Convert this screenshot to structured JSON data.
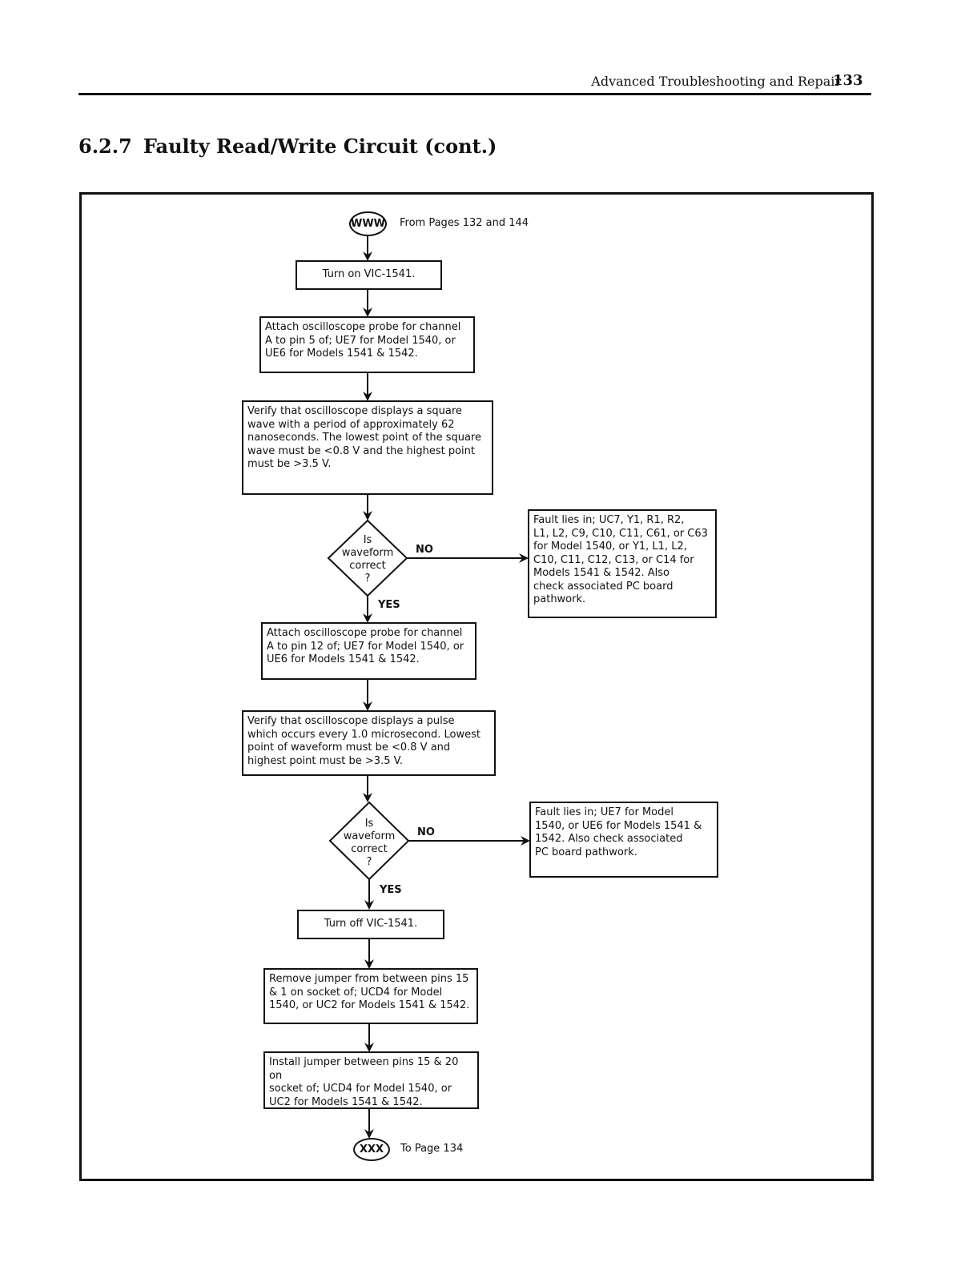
{
  "header": {
    "running_head": "Advanced Troubleshooting and Repair",
    "page_number": "133"
  },
  "section": {
    "number": "6.2.7",
    "title": "Faulty Read/Write Circuit (cont.)"
  },
  "flowchart": {
    "start": {
      "label": "WWW",
      "note": "From Pages 132 and 144"
    },
    "steps": {
      "turn_on": "Turn on VIC-1541.",
      "attach_pin5": "Attach oscilloscope probe for channel\nA to pin 5 of; UE7 for  Model 1540, or\nUE6 for Models 1541 & 1542.",
      "verify_square": "Verify that oscilloscope displays a square\nwave with a period of approximately 62\nnanoseconds. The lowest point of the square\nwave must be <0.8 V and the highest point\nmust be  >3.5 V.",
      "attach_pin12": "Attach oscilloscope probe for channel\nA to pin 12 of; UE7 for  Model 1540, or\nUE6 for Models 1541 & 1542.",
      "verify_pulse": "Verify that oscilloscope displays a  pulse\nwhich occurs every 1.0 microsecond. Lowest\npoint of waveform must be <0.8 V  and\nhighest point must be >3.5 V.",
      "turn_off": "Turn off VIC-1541.",
      "remove_jumper": "Remove jumper from between pins 15\n& 1 on socket of; UCD4  for Model\n1540, or UC2 for Models 1541 & 1542.",
      "install_jumper": "Install jumper between pins 15 & 20 on\nsocket of; UCD4 for  Model 1540, or\nUC2 for Models 1541 & 1542."
    },
    "decision1": {
      "question": "Is\nwaveform\ncorrect\n?",
      "yes": "YES",
      "no": "NO"
    },
    "decision2": {
      "question": "Is\nwaveform\ncorrect\n?",
      "yes": "YES",
      "no": "NO"
    },
    "fault1": "Fault lies in; UC7, Y1, R1, R2,\nL1, L2, C9, C10, C11, C61, or C63\nfor  Model 1540, or Y1, L1, L2,\nC10, C11, C12, C13, or C14 for\nModels 1541 & 1542.  Also\ncheck  associated PC board\npathwork.",
    "fault2": "Fault lies in; UE7 for Model\n1540, or UE6 for Models 1541 &\n1542.  Also check associated\nPC board pathwork.",
    "end": {
      "label": "XXX",
      "note": "To Page 134"
    }
  }
}
